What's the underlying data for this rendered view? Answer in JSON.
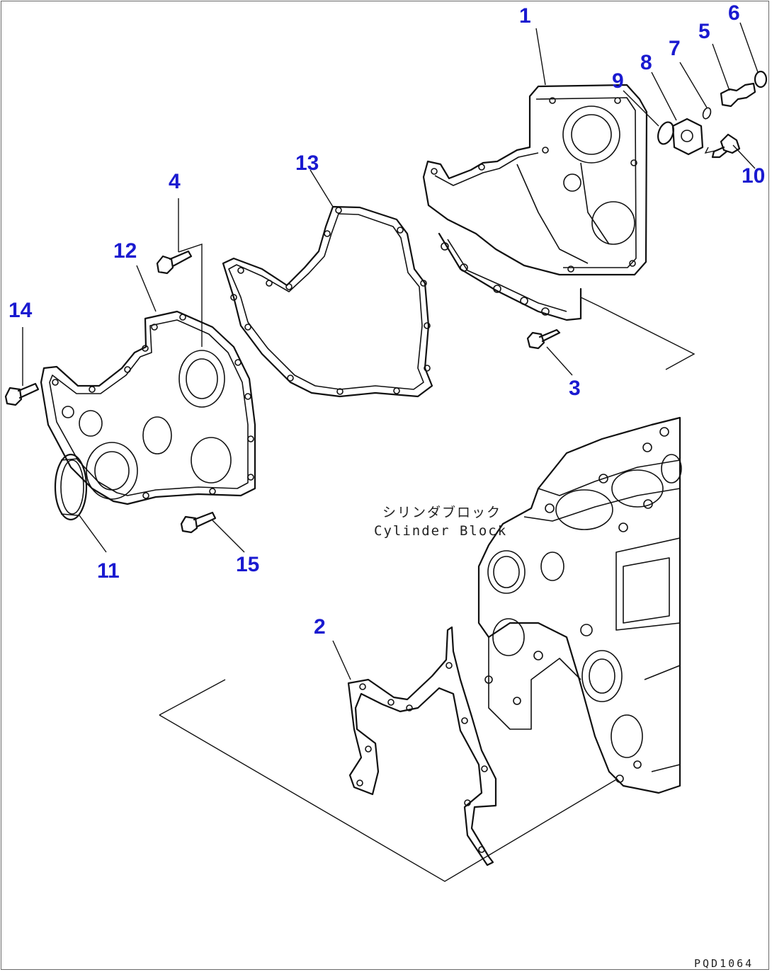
{
  "callouts": [
    {
      "id": "1",
      "text": "1"
    },
    {
      "id": "2",
      "text": "2"
    },
    {
      "id": "3",
      "text": "3"
    },
    {
      "id": "4",
      "text": "4"
    },
    {
      "id": "5",
      "text": "5"
    },
    {
      "id": "6",
      "text": "6"
    },
    {
      "id": "7",
      "text": "7"
    },
    {
      "id": "8",
      "text": "8"
    },
    {
      "id": "9",
      "text": "9"
    },
    {
      "id": "10",
      "text": "10"
    },
    {
      "id": "11",
      "text": "11"
    },
    {
      "id": "12",
      "text": "12"
    },
    {
      "id": "13",
      "text": "13"
    },
    {
      "id": "14",
      "text": "14"
    },
    {
      "id": "15",
      "text": "15"
    }
  ],
  "block_label": {
    "japanese": "シリンダブロック",
    "english": "Cylinder Block"
  },
  "drawing_number": "PQD1064",
  "colors": {
    "callout": "#1a1ad0",
    "line": "#111111",
    "background": "#ffffff"
  }
}
